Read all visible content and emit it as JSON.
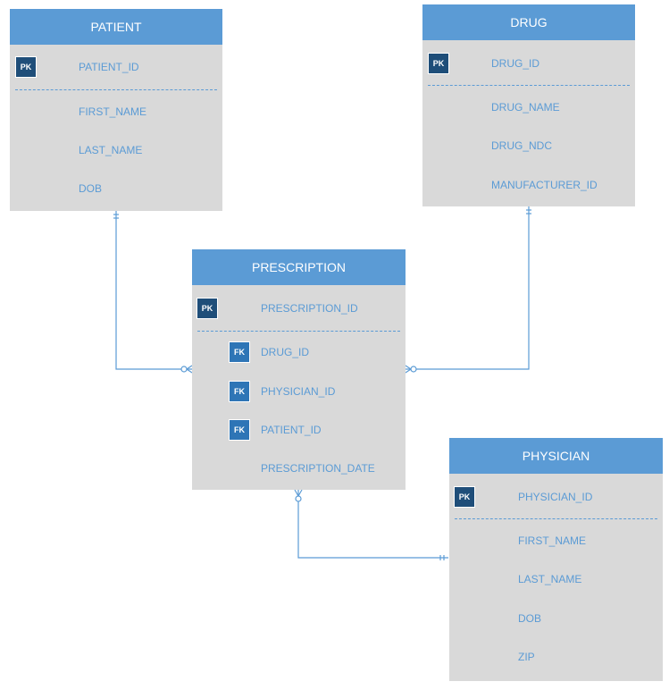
{
  "colors": {
    "header": "#5b9bd5",
    "body": "#d9d9d9",
    "attribute_text": "#5b9bd5",
    "pk_badge": "#1f4e79",
    "fk_badge": "#2e75b6",
    "connector": "#5b9bd5"
  },
  "entities": {
    "patient": {
      "title": "PATIENT",
      "key": {
        "badge": "PK",
        "name": "PATIENT_ID"
      },
      "attributes": [
        "FIRST_NAME",
        "LAST_NAME",
        "DOB"
      ]
    },
    "drug": {
      "title": "DRUG",
      "key": {
        "badge": "PK",
        "name": "DRUG_ID"
      },
      "attributes": [
        "DRUG_NAME",
        "DRUG_NDC",
        "MANUFACTURER_ID"
      ]
    },
    "prescription": {
      "title": "PRESCRIPTION",
      "key": {
        "badge": "PK",
        "name": "PRESCRIPTION_ID"
      },
      "foreign_keys": [
        {
          "badge": "FK",
          "name": "DRUG_ID"
        },
        {
          "badge": "FK",
          "name": "PHYSICIAN_ID"
        },
        {
          "badge": "FK",
          "name": "PATIENT_ID"
        }
      ],
      "attributes": [
        "PRESCRIPTION_DATE"
      ]
    },
    "physician": {
      "title": "PHYSICIAN",
      "key": {
        "badge": "PK",
        "name": "PHYSICIAN_ID"
      },
      "attributes": [
        "FIRST_NAME",
        "LAST_NAME",
        "DOB",
        "ZIP"
      ]
    }
  },
  "relationships": [
    {
      "from": "PATIENT",
      "to": "PRESCRIPTION",
      "from_cardinality": "one-and-only-one",
      "to_cardinality": "zero-or-many"
    },
    {
      "from": "DRUG",
      "to": "PRESCRIPTION",
      "from_cardinality": "one-and-only-one",
      "to_cardinality": "zero-or-many"
    },
    {
      "from": "PHYSICIAN",
      "to": "PRESCRIPTION",
      "from_cardinality": "one-and-only-one",
      "to_cardinality": "zero-or-many"
    }
  ]
}
